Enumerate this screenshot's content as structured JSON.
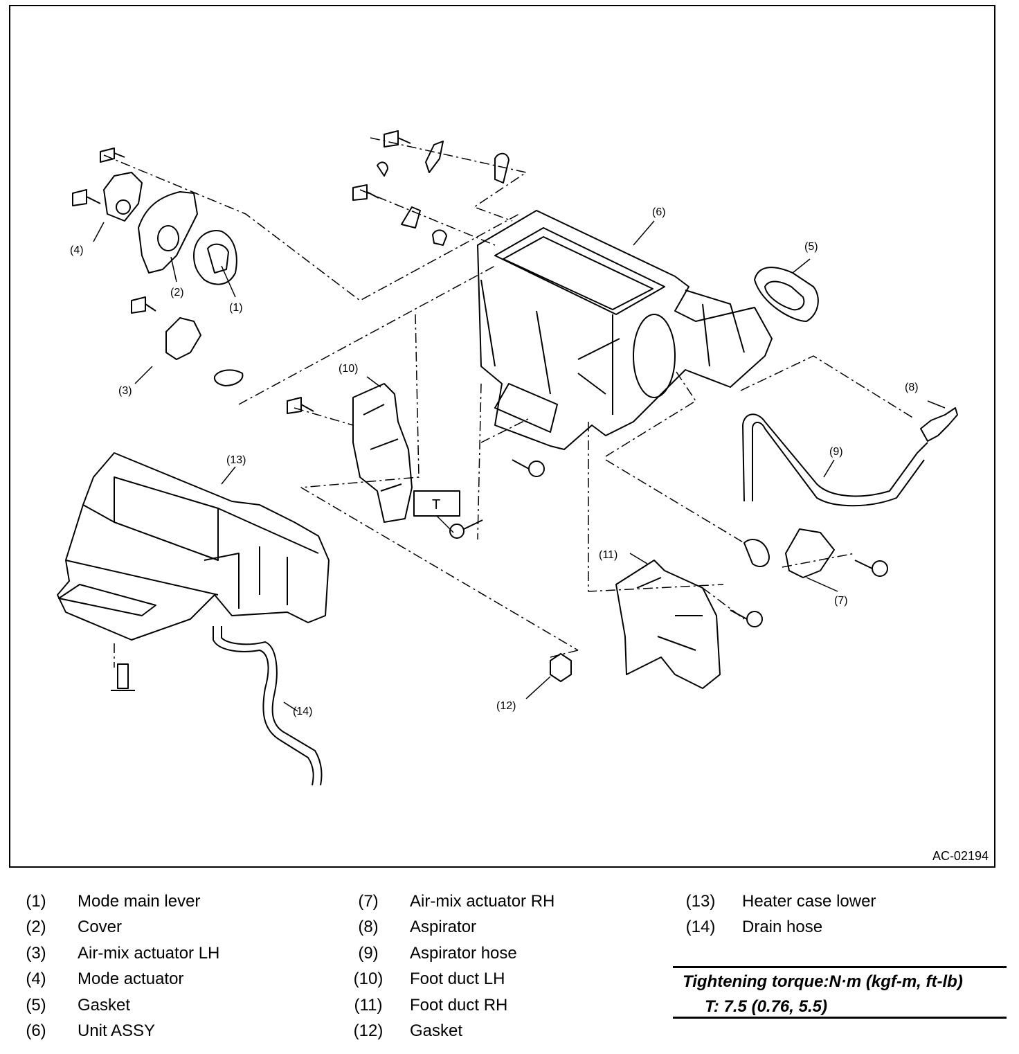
{
  "diagram": {
    "code": "AC-02194",
    "torque_marker": "T",
    "callouts": [
      "(1)",
      "(2)",
      "(3)",
      "(4)",
      "(5)",
      "(6)",
      "(7)",
      "(8)",
      "(9)",
      "(10)",
      "(11)",
      "(12)",
      "(13)",
      "(14)"
    ]
  },
  "legend": [
    {
      "num": "(1)",
      "name": "Mode main lever"
    },
    {
      "num": "(2)",
      "name": "Cover"
    },
    {
      "num": "(3)",
      "name": "Air-mix actuator LH"
    },
    {
      "num": "(4)",
      "name": "Mode actuator"
    },
    {
      "num": "(5)",
      "name": "Gasket"
    },
    {
      "num": "(6)",
      "name": "Unit ASSY"
    },
    {
      "num": "(7)",
      "name": "Air-mix actuator RH"
    },
    {
      "num": "(8)",
      "name": "Aspirator"
    },
    {
      "num": "(9)",
      "name": "Aspirator hose"
    },
    {
      "num": "(10)",
      "name": "Foot duct LH"
    },
    {
      "num": "(11)",
      "name": "Foot duct RH"
    },
    {
      "num": "(12)",
      "name": "Gasket"
    },
    {
      "num": "(13)",
      "name": "Heater case lower"
    },
    {
      "num": "(14)",
      "name": "Drain hose"
    }
  ],
  "torque": {
    "heading": "Tightening torque:N·m (kgf-m, ft-lb)",
    "value": "T:   7.5 (0.76, 5.5)"
  }
}
